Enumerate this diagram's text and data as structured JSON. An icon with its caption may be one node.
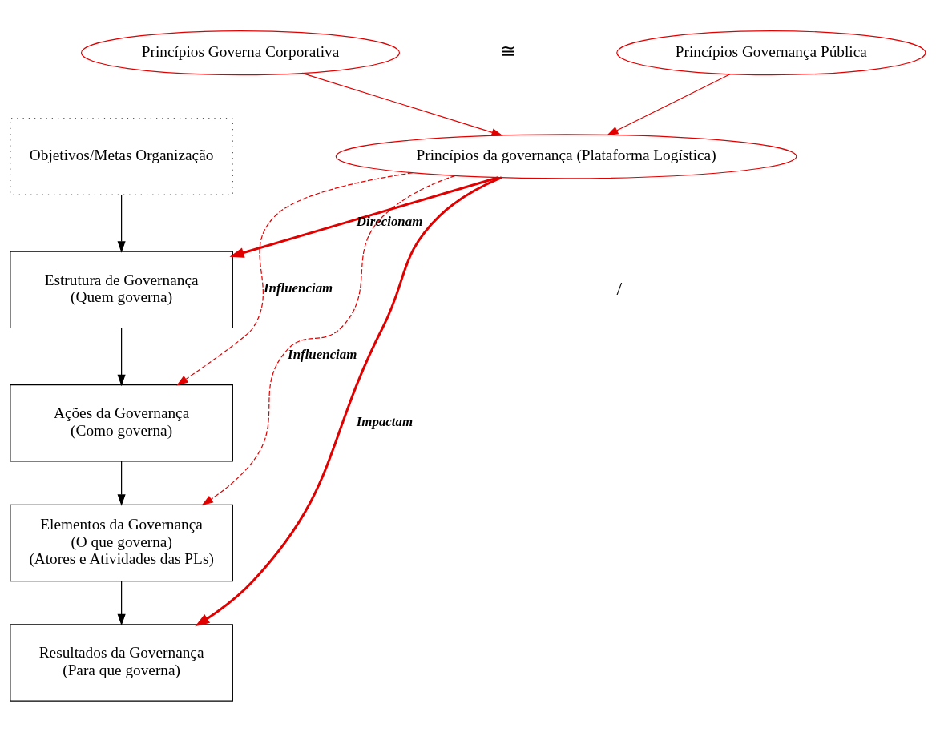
{
  "diagram": {
    "nodes": [
      {
        "text": [
          "Princípios Governa Corporativa"
        ]
      },
      {
        "text": [
          "Princípios Governança Pública"
        ]
      },
      {
        "text": [
          "Princípios da governança (Plataforma Logística)"
        ]
      },
      {
        "text": [
          "Objetivos/Metas Organização"
        ]
      },
      {
        "text": [
          "Estrutura de Governança",
          "(Quem governa)"
        ]
      },
      {
        "text": [
          "Ações da Governança",
          "(Como governa)"
        ]
      },
      {
        "text": [
          "Elementos da Governança",
          "(O que governa)",
          "(Atores e Atividades das PLs)"
        ]
      },
      {
        "text": [
          "Resultados da Governança",
          "(Para que governa)"
        ]
      }
    ],
    "edges": [
      {
        "from": 0,
        "to": 2,
        "arrow": "to"
      },
      {
        "from": 1,
        "to": 2,
        "arrow": "to"
      },
      {
        "from": 3,
        "to": 4,
        "arrow": "to",
        "color": "#000000"
      },
      {
        "from": 4,
        "to": 5,
        "arrow": "to",
        "color": "#000000"
      },
      {
        "from": 5,
        "to": 6,
        "arrow": "to",
        "color": "#000000"
      },
      {
        "from": 6,
        "to": 7,
        "arrow": "to",
        "color": "#000000"
      },
      {
        "from": 2,
        "to": 4,
        "arrow": "to",
        "label": "Direcionam",
        "style": "thick"
      },
      {
        "from": 2,
        "to": 5,
        "arrow": "to",
        "label": "Influenciam",
        "style": "dashed"
      },
      {
        "from": 2,
        "to": 6,
        "arrow": "to",
        "label": "Influenciam",
        "style": "dashed"
      },
      {
        "from": 2,
        "to": 7,
        "arrow": "to",
        "label": "Impactam",
        "style": "thick"
      }
    ],
    "labels": [
      "≅",
      "/"
    ]
  }
}
